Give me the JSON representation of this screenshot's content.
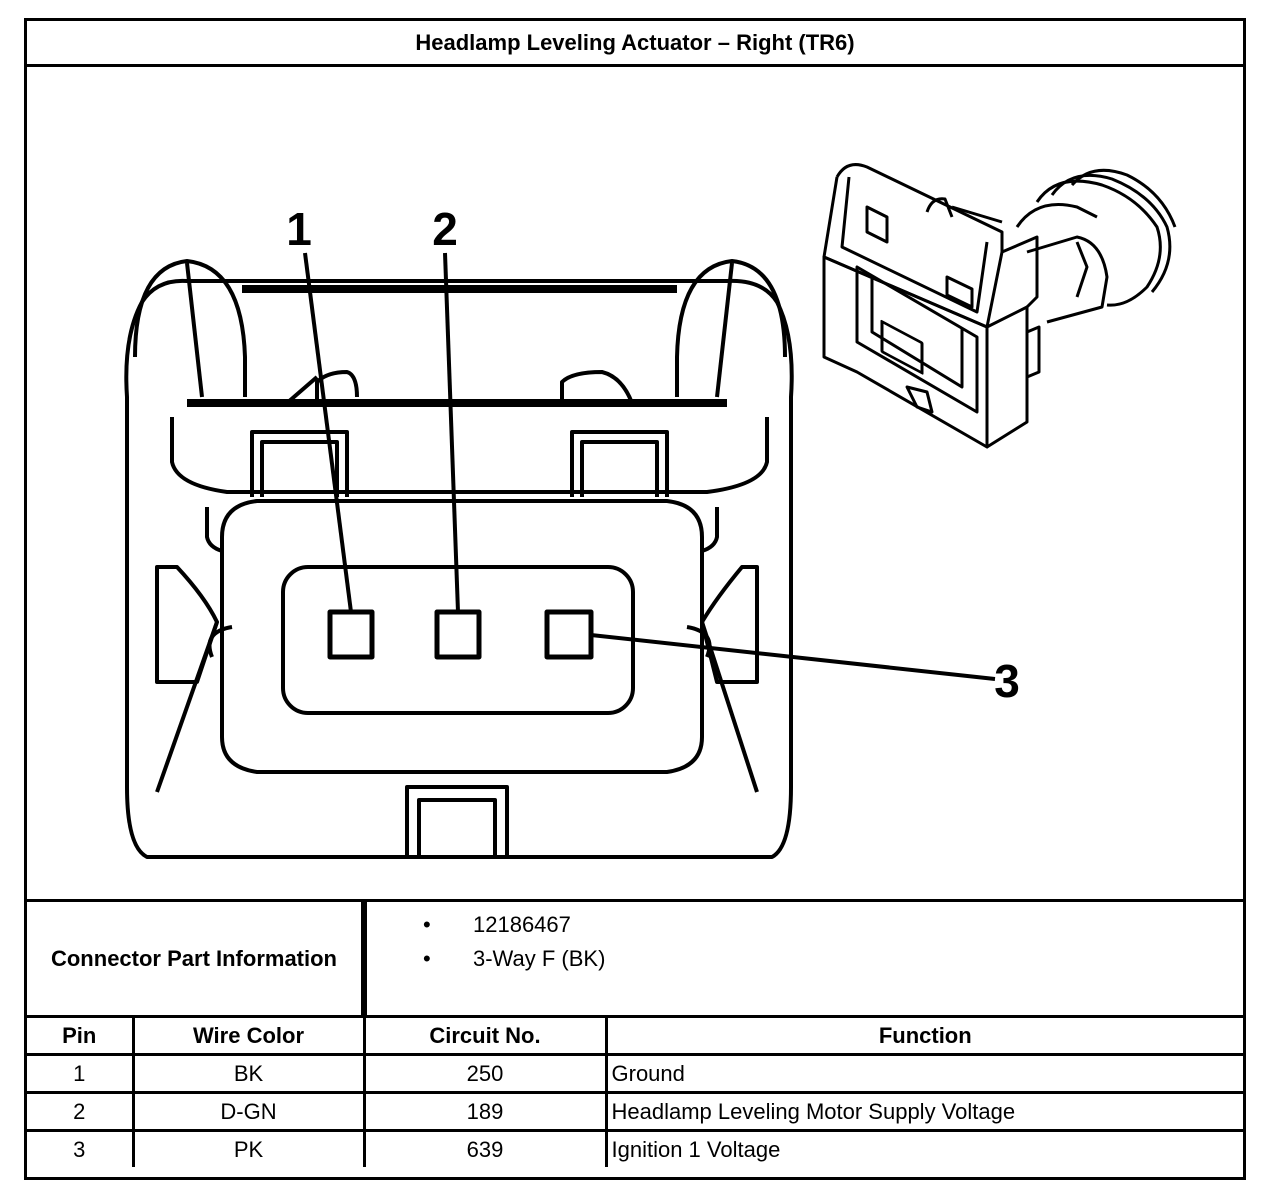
{
  "title": "Headlamp Leveling Actuator – Right (TR6)",
  "diagram": {
    "pin_labels": [
      "1",
      "2",
      "3"
    ]
  },
  "part_info": {
    "label": "Connector Part Information",
    "items": [
      "12186467",
      "3-Way F (BK)"
    ],
    "bullet": "•"
  },
  "table": {
    "headers": [
      "Pin",
      "Wire Color",
      "Circuit No.",
      "Function"
    ],
    "rows": [
      [
        "1",
        "BK",
        "250",
        "Ground"
      ],
      [
        "2",
        "D-GN",
        "189",
        "Headlamp Leveling Motor Supply Voltage"
      ],
      [
        "3",
        "PK",
        "639",
        "Ignition 1 Voltage"
      ]
    ]
  }
}
